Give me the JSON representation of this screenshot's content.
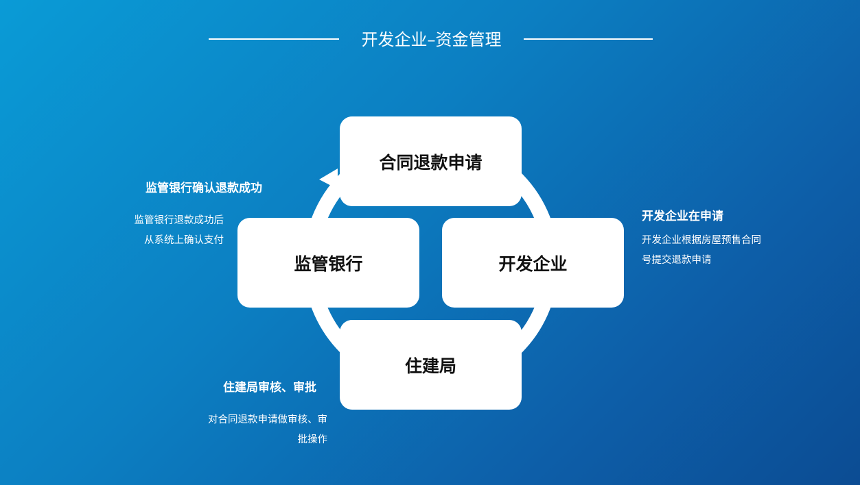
{
  "title": "开发企业–资金管理",
  "colors": {
    "background_start": "#0a9bd6",
    "background_end": "#0c4c93",
    "card": "#ffffff",
    "card_text": "#111111",
    "text": "#ffffff"
  },
  "cycle": {
    "nodes": {
      "top": "合同退款申请",
      "right": "开发企业",
      "bottom": "住建局",
      "left": "监管银行"
    },
    "direction": "clockwise-arrow-into-top"
  },
  "descriptions": {
    "left": {
      "heading": "监管银行确认退款成功",
      "lines": [
        "监管银行退款成功后",
        "从系统上确认支付"
      ]
    },
    "right": {
      "heading": "开发企业在申请",
      "lines": [
        "开发企业根据房屋预售合同",
        "号提交退款申请"
      ]
    },
    "bottom": {
      "heading": "住建局审核、审批",
      "lines": [
        "对合同退款申请做审核、审",
        "批操作"
      ]
    }
  }
}
